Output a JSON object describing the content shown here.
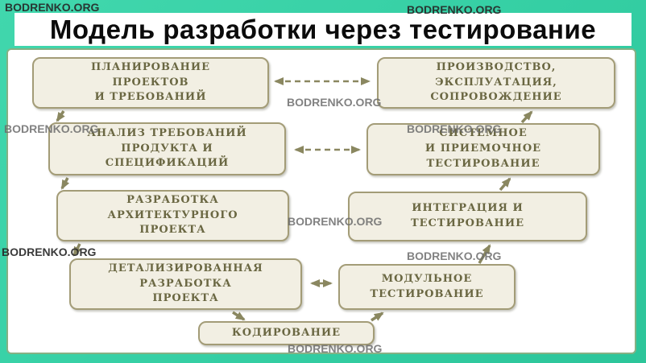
{
  "watermark": "BODRENKO.ORG",
  "title": "Модель разработки через тестирование",
  "diagram": {
    "nodes": {
      "planning": "ПЛАНИРОВАНИЕ\nПРОЕКТОВ\nИ ТРЕБОВАНИЙ",
      "analysis": "АНАЛИЗ ТРЕБОВАНИЙ\nПРОДУКТА И\nСПЕЦИФИКАЦИЙ",
      "architecture": "РАЗРАБОТКА\nАРХИТЕКТУРНОГО\nПРОЕКТА",
      "detailed_design": "ДЕТАЛИЗИРОВАННАЯ\nРАЗРАБОТКА\nПРОЕКТА",
      "coding": "КОДИРОВАНИЕ",
      "production": "ПРОИЗВОДСТВО,\nЭКСПЛУАТАЦИЯ,\nСОПРОВОЖДЕНИЕ",
      "system_testing": "СИСТЕМНОЕ\nИ ПРИЕМОЧНОЕ\nТЕСТИРОВАНИЕ",
      "integration_testing": "ИНТЕГРАЦИЯ И\nТЕСТИРОВАНИЕ",
      "module_testing": "МОДУЛЬНОЕ\nТЕСТИРОВАНИЕ"
    },
    "colors": {
      "background_teal": "#38d1a6",
      "node_fill": "#f2efe3",
      "node_border": "#a39c77",
      "node_text": "#6a6742",
      "arrow": "#8a8760",
      "panel_border": "#86b184",
      "title_text": "#0b0b0b"
    }
  }
}
